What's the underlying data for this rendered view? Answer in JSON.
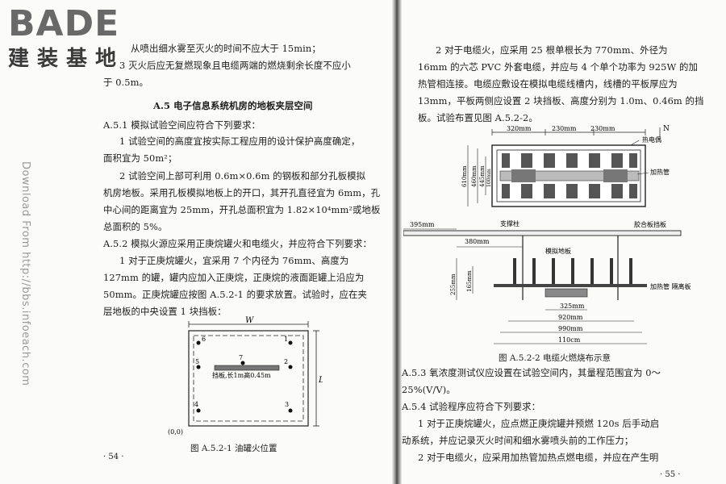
{
  "watermark": {
    "logo_text": "BADE",
    "logo_cn": "建装基地",
    "side_text": "Download From http://bbs.infoeach.com"
  },
  "left_page": {
    "lines": [
      "从喷出细水雾至灭火的时间不应大于 15min；",
      "3  灭火后应无复燃现象且电缆两端的燃烧剩余长度不应小",
      "于 0.5m。",
      "A.5  电子信息系统机房的地板夹层空间",
      "A.5.1  模拟试验空间应符合下列要求：",
      "1  试验空间的高度宜按实际工程应用的设计保护高度确定，",
      "面积宜为 50m²；",
      "2  试验空间上部可利用 0.6m×0.6m 的钢板和部分孔板模拟",
      "机房地板。采用孔板模拟地板上的开口，其开孔直径宜为 6mm，孔",
      "中心间的距离宜为 25mm，开孔总面积宜为 1.82×10⁴mm²或地板",
      "总面积的 5%。",
      "A.5.2  模拟火源应采用正庚烷罐火和电缆火，并应符合下列要求：",
      "1  对于正庚烷罐火，宜采用 7 个内径为 76mm、高度为",
      "127mm 的罐，罐内应加入正庚烷，正庚烷的液面距罐上沿应为",
      "50mm。正庚烷罐应按图 A.5.2-1 的要求放置。试验时，应在夹",
      "层地板的中央设置 1 块挡板："
    ],
    "figure1": {
      "w_label": "W",
      "l_label": "L",
      "origin_label": "(0,0)",
      "baffle_label": "挡板,长1m高0.45m",
      "points": [
        "1",
        "2",
        "3",
        "4",
        "5",
        "6",
        "7"
      ],
      "caption": "图 A.5.2-1  油罐火位置"
    },
    "page_number": "· 54 ·"
  },
  "right_page": {
    "lines": [
      "2  对于电缆火，应采用 25 根单根长为 770mm、外径为",
      "16mm 的六芯 PVC 外套电缆，并应与 4 个单个功率为 925W 的加",
      "热管相连接。电缆应敷设在模拟电缆线槽内，线槽的平板厚应为",
      "13mm，平板两侧应设置 2 块挡板、高度分别为 1.0m、0.46m 的挡",
      "板。试验布置见图 A.5.2-2。"
    ],
    "figure2": {
      "dim_320": "320mm",
      "dim_230a": "230mm",
      "dim_230b": "230mm",
      "north": "N",
      "thermocouple": "热电偶",
      "heater": "加热管",
      "dim_610": "610mm",
      "dim_460": "460mm",
      "dim_445": "445mm",
      "dim_100": "100mm",
      "dim_395": "395mm",
      "support": "支撑柱",
      "plywood_baffle": "胶合板挡板",
      "dim_380": "380mm",
      "sim_floor": "模拟地板",
      "dim_255": "255mm",
      "dim_165": "165mm",
      "heater_plate": "加热管\n隔离板",
      "dim_325": "325mm",
      "dim_920": "920mm",
      "dim_990": "990mm",
      "dim_110": "110cm",
      "caption": "图 A.5.2-2  电缆火燃烧布示意"
    },
    "after_lines": [
      "A.5.3  氧浓度测试仪应设置在试验空间内，其量程范围宜为 0～",
      "25%(V/V)。",
      "A.5.4  试验程序应符合下列要求：",
      "1  对于正庚烷罐火，应点燃正庚烷罐并预燃 120s 后手动启",
      "动系统，并应记录灭火时间和细水雾喷头前的工作压力；",
      "2  对于电缆火，应采用加热管加热点燃电缆，并应在产生明"
    ],
    "page_number": "· 55 ·"
  }
}
